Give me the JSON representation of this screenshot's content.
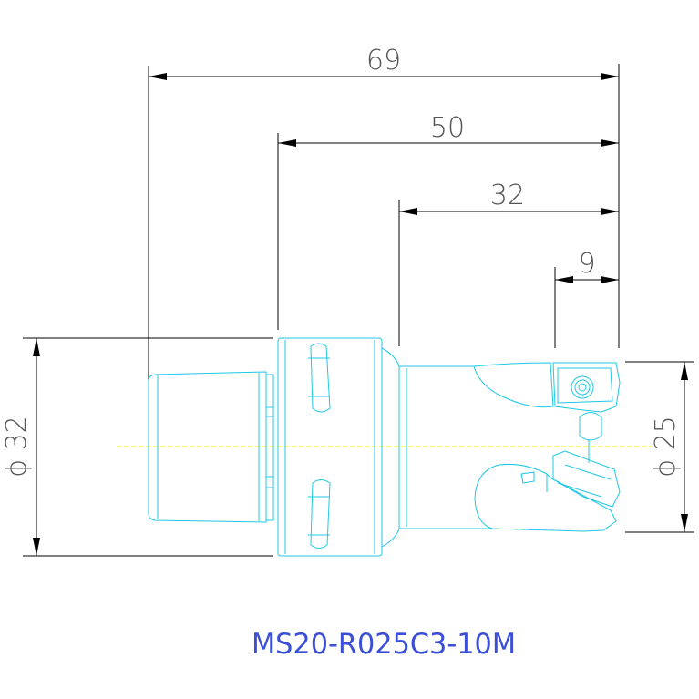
{
  "drawing": {
    "part_number": "MS20-R025C3-10M",
    "dimensions": {
      "overall_length": "69",
      "length_2": "50",
      "length_3": "32",
      "length_4": "9",
      "shank_diameter": "ϕ 32",
      "cutter_diameter": "ϕ 25"
    },
    "colors": {
      "outline": "#1ec8e6",
      "dimension_line": "#000000",
      "dimension_text": "#555555",
      "centerline": "#f0f000",
      "part_number": "#3b4fd6",
      "background": "#ffffff"
    }
  }
}
